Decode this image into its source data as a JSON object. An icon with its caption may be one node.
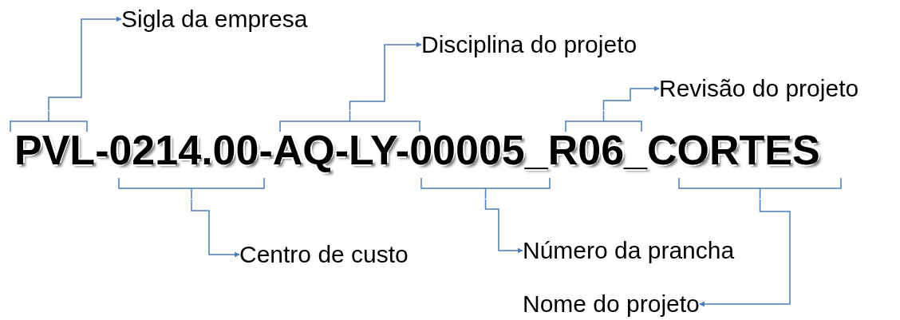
{
  "diagram": {
    "nodes": [
      {
        "text": [
          "Sigla da empresa"
        ]
      },
      {
        "text": [
          "Disciplina do projeto"
        ]
      },
      {
        "text": [
          "Revisão do projeto"
        ]
      },
      {
        "text": [],
        "shape": "bracket"
      },
      {
        "text": [],
        "shape": "bracket"
      },
      {
        "text": [],
        "shape": "bracket"
      },
      {
        "text": [],
        "shape": "bracket"
      },
      {
        "text": [],
        "shape": "bracket"
      },
      {
        "text": [],
        "shape": "bracket"
      },
      {
        "text": [
          "Centro de custo"
        ]
      },
      {
        "text": [
          "Número da prancha"
        ]
      },
      {
        "text": [
          "Nome do projeto"
        ]
      }
    ],
    "edges": [
      {
        "from": 3,
        "to": 0,
        "arrow": "to"
      },
      {
        "from": 4,
        "to": 1,
        "arrow": "to"
      },
      {
        "from": 5,
        "to": 2,
        "arrow": "to"
      },
      {
        "from": 6,
        "to": 9,
        "arrow": "to"
      },
      {
        "from": 7,
        "to": 10,
        "arrow": "to"
      },
      {
        "from": 8,
        "to": 11,
        "arrow": "to"
      }
    ],
    "labels": [
      "PVL-0214.00-AQ-LY-00005_R06_CORTES"
    ]
  }
}
